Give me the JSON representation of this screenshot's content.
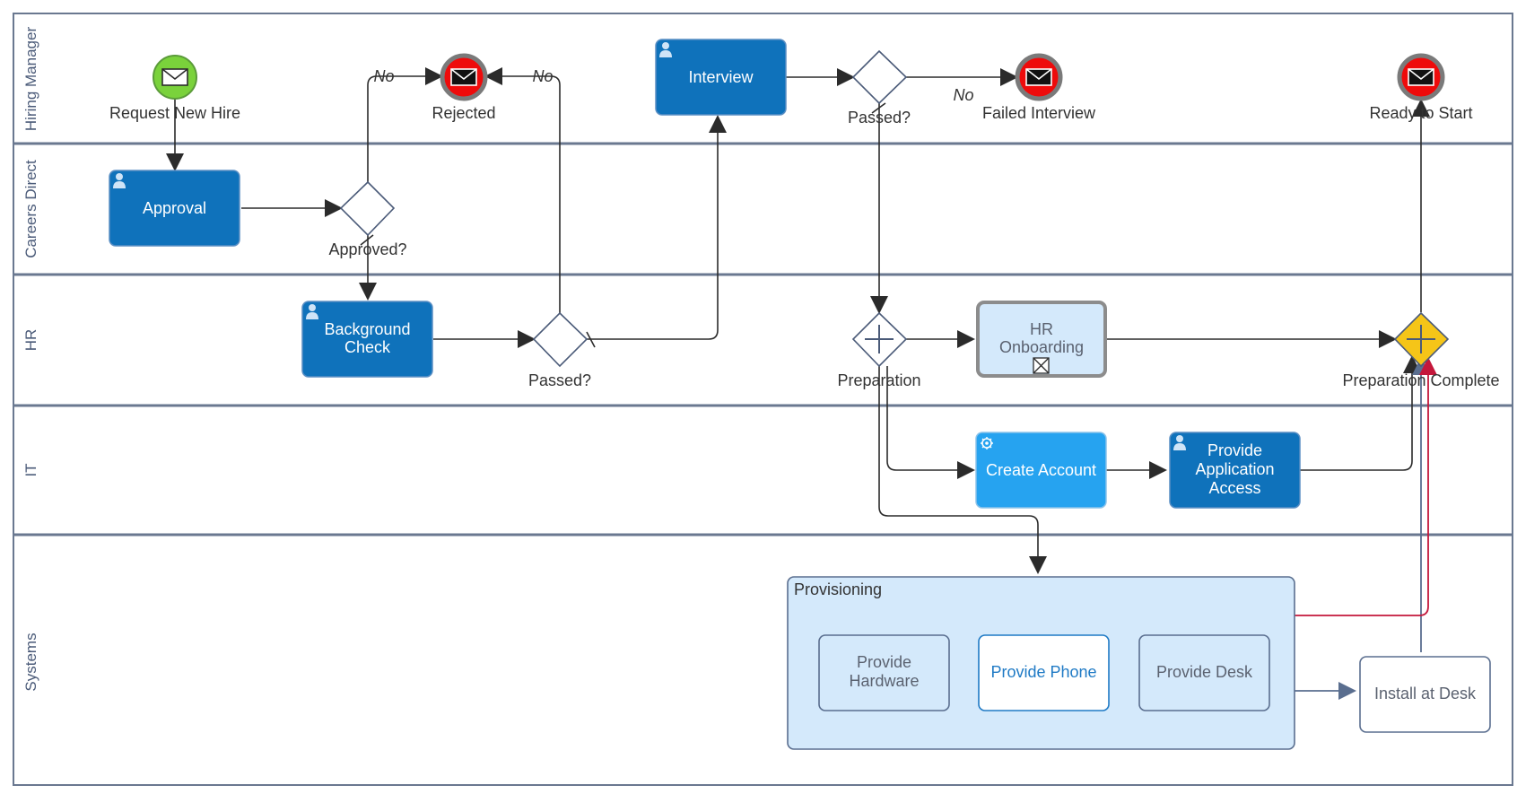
{
  "lanes": [
    {
      "id": "hiring-manager",
      "label": "Hiring Manager"
    },
    {
      "id": "careers-direct",
      "label": "Careers Direct"
    },
    {
      "id": "hr",
      "label": "HR"
    },
    {
      "id": "it",
      "label": "IT"
    },
    {
      "id": "systems",
      "label": "Systems"
    }
  ],
  "events": {
    "start": {
      "label": "Request New Hire"
    },
    "rejected": {
      "label": "Rejected"
    },
    "failed": {
      "label": "Failed Interview"
    },
    "ready": {
      "label": "Ready to Start"
    }
  },
  "tasks": {
    "approval": {
      "label": "Approval"
    },
    "background": {
      "line1": "Background",
      "line2": "Check"
    },
    "interview": {
      "label": "Interview"
    },
    "onboarding": {
      "line1": "HR",
      "line2": "Onboarding"
    },
    "create_account": {
      "label": "Create Account"
    },
    "app_access": {
      "line1": "Provide",
      "line2": "Application",
      "line3": "Access"
    },
    "provisioning": {
      "label": "Provisioning"
    },
    "hardware": {
      "line1": "Provide",
      "line2": "Hardware"
    },
    "phone": {
      "label": "Provide Phone"
    },
    "desk": {
      "label": "Provide Desk"
    },
    "install": {
      "label": "Install at Desk"
    }
  },
  "gateways": {
    "approved": {
      "label": "Approved?"
    },
    "passed_bg": {
      "label": "Passed?"
    },
    "passed_interview": {
      "label": "Passed?"
    },
    "preparation": {
      "label": "Preparation"
    },
    "prep_complete": {
      "label": "Preparation Complete"
    }
  },
  "flow_labels": {
    "no": "No"
  },
  "colors": {
    "task_dark": "#0f72bb",
    "task_light": "#26a3f0",
    "lane_border": "#6a7890",
    "gateway_yellow": "#f5c518",
    "start_green": "#7ad23b",
    "end_red": "#ee0b0b",
    "subprocess_fill": "#d4e9fb",
    "error_flow": "#c4173b"
  },
  "icons": [
    "envelope-icon",
    "user-icon",
    "gear-icon",
    "plus-icon",
    "subprocess-marker-icon"
  ]
}
